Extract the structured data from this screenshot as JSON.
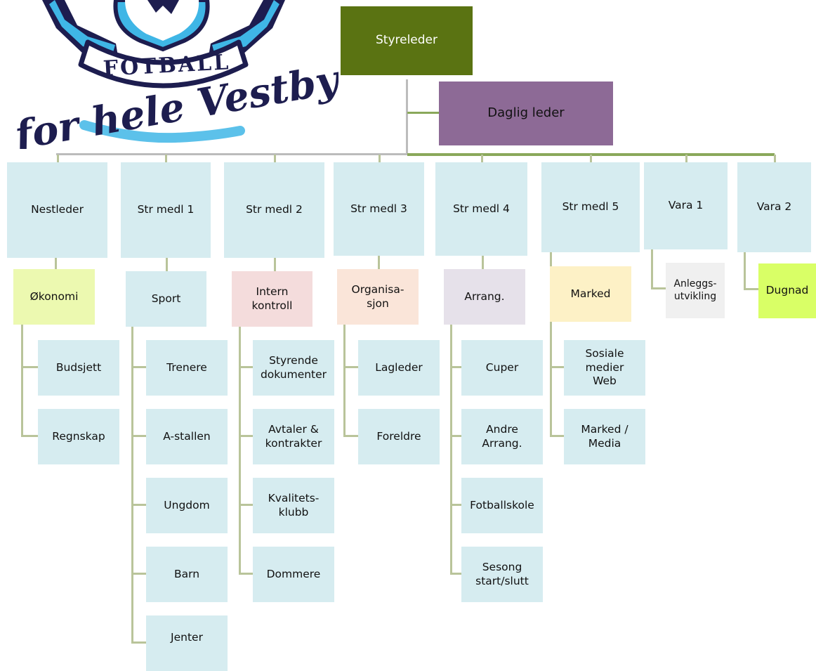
{
  "logo": {
    "banner_text": "FOTBALL",
    "script_text": "for hele Vestby",
    "colors": {
      "navy": "#1d1d4f",
      "sky": "#3fb6e6",
      "white": "#ffffff"
    }
  },
  "org": {
    "chair": "Styreleder",
    "manager": "Daglig leder",
    "members": [
      {
        "title": "Nestleder",
        "area": "Økonomi",
        "tasks": [
          "Budsjett",
          "Regnskap"
        ]
      },
      {
        "title": "Str medl 1",
        "area": "Sport",
        "tasks": [
          "Trenere",
          "A-stallen",
          "Ungdom",
          "Barn",
          "Jenter"
        ]
      },
      {
        "title": "Str medl 2",
        "area": "Intern\nkontroll",
        "tasks": [
          "Styrende\ndokumenter",
          "Avtaler &\nkontrakter",
          "Kvalitets-\nklubb",
          "Dommere"
        ]
      },
      {
        "title": "Str medl 3",
        "area": "Organisa-\nsjon",
        "tasks": [
          "Lagleder",
          "Foreldre"
        ]
      },
      {
        "title": "Str medl 4",
        "area": "Arrang.",
        "tasks": [
          "Cuper",
          "Andre\nArrang.",
          "Fotballskole",
          "Sesong\nstart/slutt"
        ]
      },
      {
        "title": "Str medl 5",
        "area": "Marked",
        "tasks": [
          "Sosiale medier\nWeb",
          "Marked /\nMedia"
        ]
      },
      {
        "title": "Vara 1",
        "area": "Anleggs-\nutvikling",
        "tasks": []
      },
      {
        "title": "Vara 2",
        "area": "Dugnad",
        "tasks": []
      }
    ]
  },
  "colors": {
    "chair": "#5a7312",
    "manager": "#8d6a96",
    "member_box": "#d6ecf0",
    "area": [
      "#ecf9b0",
      "#d6ecf0",
      "#f4dcdc",
      "#fae5d9",
      "#e6e1ea",
      "#fdf1c6",
      "#f0f0f0",
      "#d9ff66"
    ]
  }
}
